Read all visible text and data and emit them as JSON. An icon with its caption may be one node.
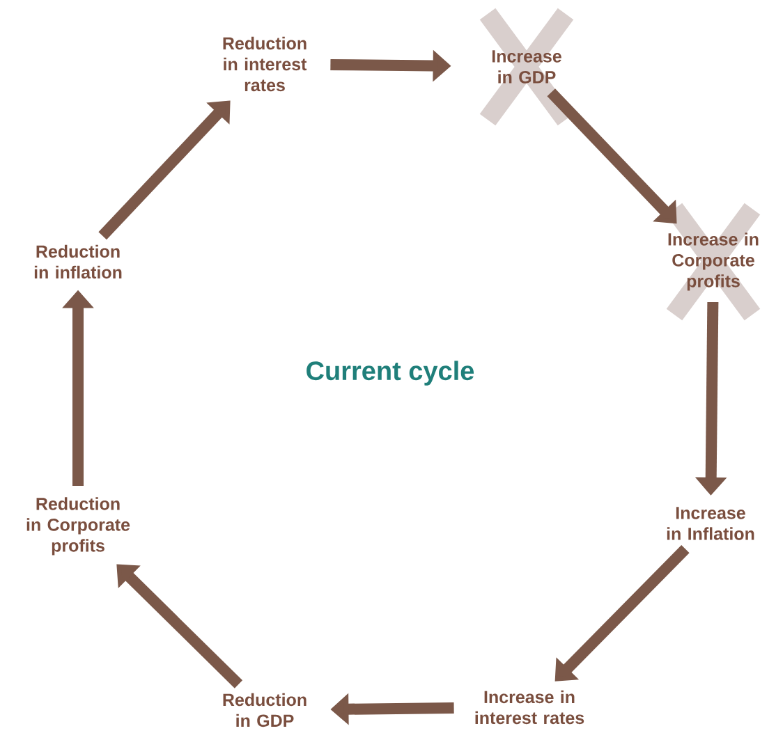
{
  "diagram": {
    "title": "Current cycle",
    "nodes": [
      {
        "text": [
          "Reduction in interest rates"
        ]
      },
      {
        "text": [
          "Increase in GDP"
        ]
      },
      {
        "text": [
          "Increase in Corporate profits"
        ]
      },
      {
        "text": [
          "Increase in Inflation"
        ]
      },
      {
        "text": [
          "Increase in interest rates"
        ]
      },
      {
        "text": [
          "Reduction in GDP"
        ]
      },
      {
        "text": [
          "Reduction in Corporate profits"
        ]
      },
      {
        "text": [
          "Reduction in inflation"
        ]
      }
    ],
    "edges": [
      {
        "from": 0,
        "to": 1,
        "arrow": "to"
      },
      {
        "from": 1,
        "to": 2,
        "arrow": "to"
      },
      {
        "from": 2,
        "to": 3,
        "arrow": "to"
      },
      {
        "from": 3,
        "to": 4,
        "arrow": "to"
      },
      {
        "from": 4,
        "to": 5,
        "arrow": "to"
      },
      {
        "from": 5,
        "to": 6,
        "arrow": "to"
      },
      {
        "from": 6,
        "to": 7,
        "arrow": "to"
      },
      {
        "from": 7,
        "to": 0,
        "arrow": "to"
      }
    ]
  }
}
